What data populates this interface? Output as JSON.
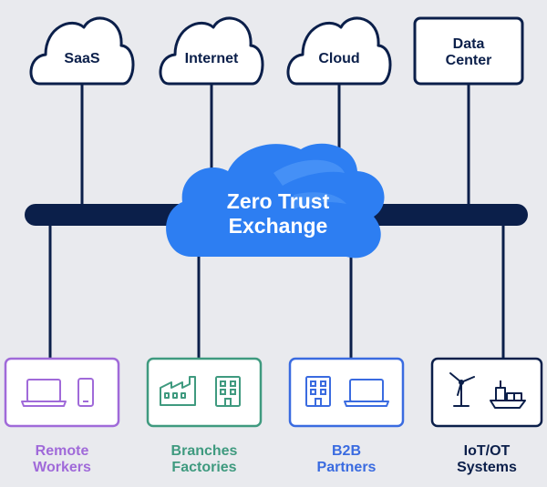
{
  "top_nodes": [
    {
      "label": "SaaS"
    },
    {
      "label": "Internet"
    },
    {
      "label": "Cloud"
    }
  ],
  "data_center": {
    "line1": "Data",
    "line2": "Center"
  },
  "center": {
    "line1": "Zero Trust",
    "line2": "Exchange",
    "color": "#2d7ef2"
  },
  "bottom_nodes": [
    {
      "line1": "Remote",
      "line2": "Workers",
      "color": "#a06ad9",
      "icons": [
        "laptop-icon",
        "phone-icon"
      ]
    },
    {
      "line1": "Branches",
      "line2": "Factories",
      "color": "#3f9a7f",
      "icons": [
        "factory-icon",
        "office-building-icon"
      ]
    },
    {
      "line1": "B2B",
      "line2": "Partners",
      "color": "#3a6be0",
      "icons": [
        "office-building-icon",
        "laptop-icon"
      ]
    },
    {
      "line1": "IoT/OT",
      "line2": "Systems",
      "color": "#0b1f4a",
      "icons": [
        "wind-turbine-icon",
        "cargo-ship-icon"
      ]
    }
  ],
  "colors": {
    "navy": "#0b1f4a",
    "background": "#e9eaee",
    "zte_blue": "#2d7ef2"
  }
}
